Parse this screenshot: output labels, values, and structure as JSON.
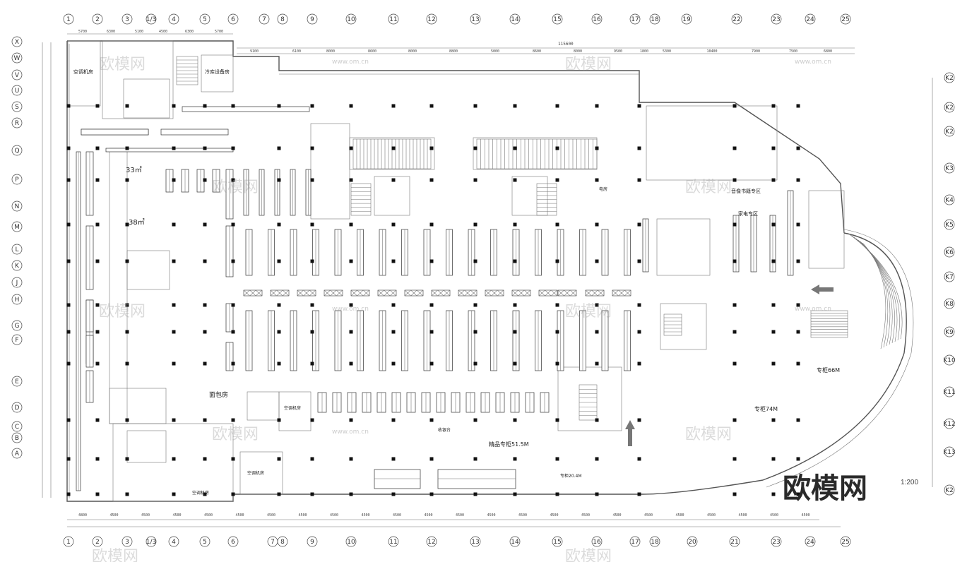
{
  "drawing": {
    "overall_dimension": "115600",
    "scale": "1:200",
    "logo": "欧模网",
    "watermark": "欧模网",
    "watermark_url": "www.om.cn"
  },
  "grid": {
    "top_labels": [
      "1",
      "2",
      "3",
      "1/3",
      "4",
      "5",
      "6",
      "7",
      "8",
      "9",
      "10",
      "11",
      "12",
      "13",
      "14",
      "15",
      "16",
      "17",
      "18",
      "19",
      "22",
      "23",
      "24",
      "25"
    ],
    "bottom_labels": [
      "1",
      "2",
      "3",
      "1/3",
      "4",
      "5",
      "6",
      "7",
      "8",
      "9",
      "10",
      "11",
      "12",
      "13",
      "14",
      "15",
      "16",
      "17",
      "18",
      "20",
      "21",
      "23",
      "24",
      "25"
    ],
    "left_labels": [
      "X",
      "W",
      "V",
      "U",
      "S",
      "R",
      "Q",
      "P",
      "N",
      "M",
      "L",
      "K",
      "J",
      "H",
      "G",
      "F",
      "E",
      "D",
      "C",
      "B",
      "A"
    ],
    "right_labels": [
      "K2",
      "K2",
      "K2",
      "K3",
      "K4",
      "K5",
      "K6",
      "K7",
      "K8",
      "K9",
      "K10",
      "K11",
      "K12",
      "K13",
      "K2"
    ]
  },
  "dimensions_top": [
    "5700",
    "6300",
    "5100",
    "4500",
    "6300",
    "5700",
    "9100",
    "6100",
    "8000",
    "8600",
    "8000",
    "8800",
    "5000",
    "8600",
    "8000",
    "9500",
    "1800",
    "5300",
    "10400",
    "7900",
    "7500",
    "6800"
  ],
  "dimensions_bottom": [
    "4800",
    "4500",
    "4500",
    "4500",
    "4500",
    "4500",
    "4500",
    "4500",
    "4500",
    "4500",
    "4500",
    "4500",
    "4500",
    "4500",
    "4500",
    "4500",
    "4500",
    "4500",
    "4500",
    "4500",
    "4500",
    "4500",
    "4500",
    "4500"
  ],
  "rooms": {
    "aircon1": "空调机房",
    "coldstore": "冷库设备房",
    "area33": "33㎡",
    "area38": "38㎡",
    "bakery": "面包房",
    "aircon2": "空调机房",
    "aircon3": "空调机房",
    "aircon4": "空调机房",
    "appliance": "家电专区",
    "books": "音像书籍专区",
    "power": "电房",
    "shop51": "精品专柜51.5M",
    "shop66": "专柜66M",
    "shop74": "专柜74M",
    "shop204": "专柜20.4M",
    "cashier": "收银台"
  }
}
